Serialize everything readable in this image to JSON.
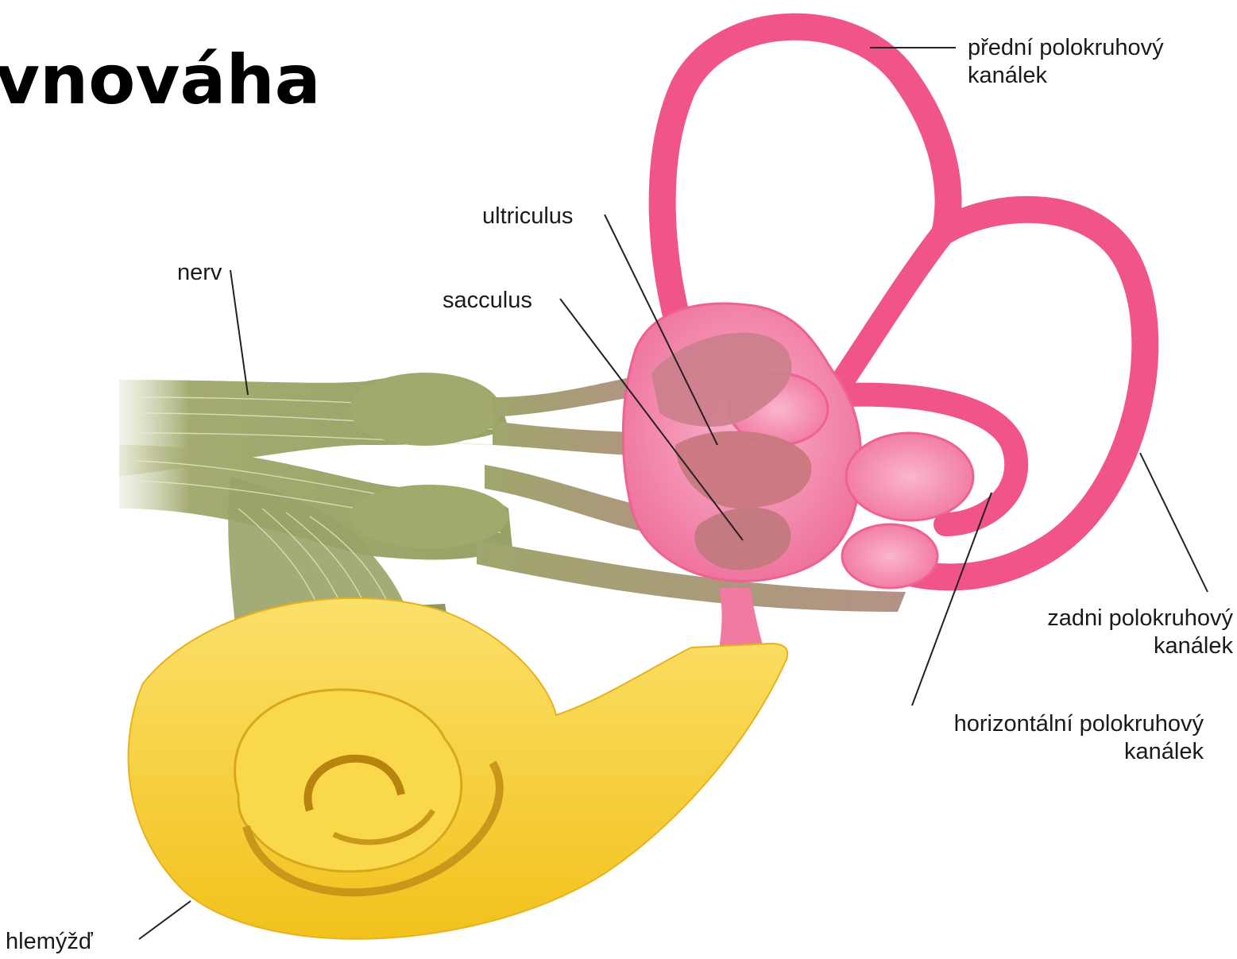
{
  "title": "vnováha",
  "labels": {
    "anterior_canal": [
      "přední polokruhový",
      "kanálek"
    ],
    "utriculus": "ultriculus",
    "sacculus": "sacculus",
    "nerve": "nerv",
    "posterior_canal": [
      "zadni polokruhový",
      "kanálek"
    ],
    "horizontal_canal": [
      "horizontální polokruhový",
      "kanálek"
    ],
    "cochlea": "hlemýžď"
  },
  "colors": {
    "canals": "#f0548a",
    "canal_light": "#f7a5c2",
    "vestibule": "#f386ad",
    "otolith": "#c97a86",
    "nerve": "#a3aa70",
    "cochlea": "#f5cc2c",
    "cochlea_dark": "#c9971a"
  }
}
